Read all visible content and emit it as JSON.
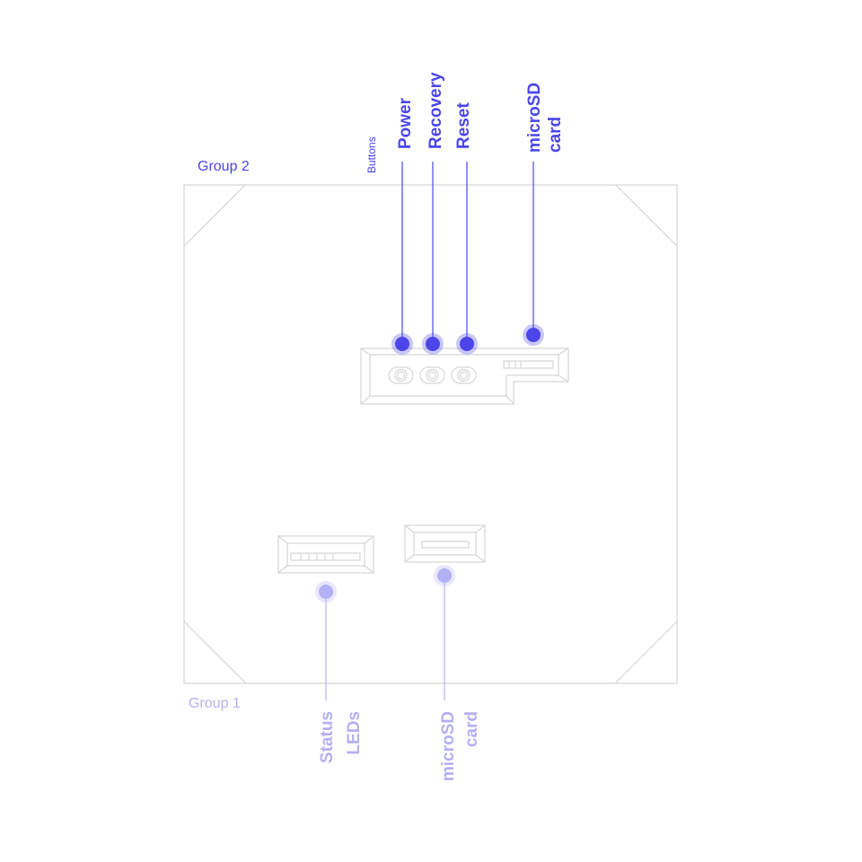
{
  "colors": {
    "group2_accent": "#4b45ea",
    "group1_accent": "#b3b0f3",
    "outline": "#d6d6d6"
  },
  "group2": {
    "label": "Group 2",
    "section_label": "Buttons",
    "callouts": [
      {
        "id": "power",
        "lines": [
          "Power"
        ]
      },
      {
        "id": "recovery",
        "lines": [
          "Recovery"
        ]
      },
      {
        "id": "reset",
        "lines": [
          "Reset"
        ]
      },
      {
        "id": "microsd",
        "lines": [
          "microSD",
          "card"
        ]
      }
    ]
  },
  "group1": {
    "label": "Group 1",
    "callouts": [
      {
        "id": "status-leds",
        "lines": [
          "Status",
          "LEDs"
        ]
      },
      {
        "id": "microsd",
        "lines": [
          "microSD",
          "card"
        ]
      }
    ]
  }
}
